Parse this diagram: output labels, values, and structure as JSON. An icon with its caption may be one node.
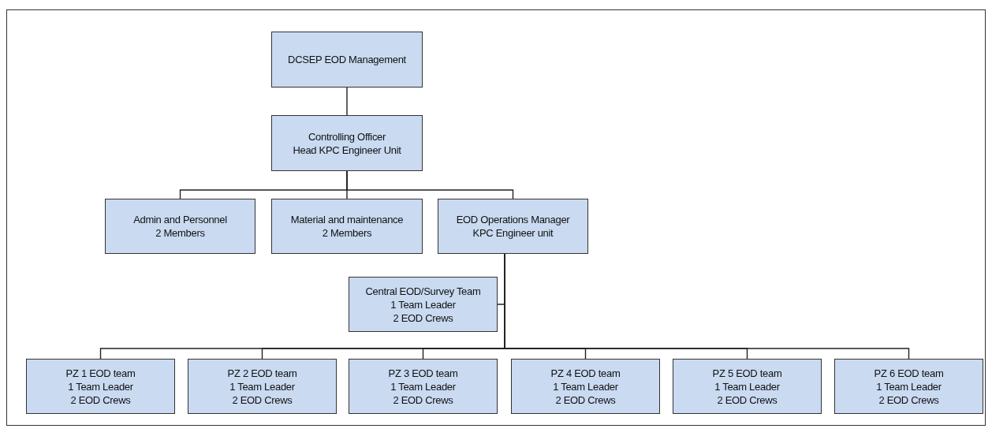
{
  "diagram": {
    "nodes": [
      {
        "text": [
          "DCSEP EOD Management"
        ]
      },
      {
        "text": [
          "Controlling Officer",
          "Head KPC Engineer Unit"
        ]
      },
      {
        "text": [
          "Admin and Personnel",
          "2 Members"
        ]
      },
      {
        "text": [
          "Material and maintenance",
          "2 Members"
        ]
      },
      {
        "text": [
          "EOD Operations Manager",
          "KPC Engineer unit"
        ]
      },
      {
        "text": [
          "Central EOD/Survey Team",
          "1 Team Leader",
          "2 EOD Crews"
        ]
      },
      {
        "text": [
          "PZ 1 EOD team",
          "1 Team Leader",
          "2 EOD Crews"
        ]
      },
      {
        "text": [
          "PZ 2 EOD team",
          "1 Team Leader",
          "2 EOD Crews"
        ]
      },
      {
        "text": [
          "PZ 3 EOD team",
          "1 Team Leader",
          "2 EOD Crews"
        ]
      },
      {
        "text": [
          "PZ 4 EOD team",
          "1 Team Leader",
          "2 EOD Crews"
        ]
      },
      {
        "text": [
          "PZ 5 EOD team",
          "1 Team Leader",
          "2 EOD Crews"
        ]
      },
      {
        "text": [
          "PZ 6 EOD team",
          "1 Team Leader",
          "2 EOD Crews"
        ]
      }
    ],
    "edges": [
      {
        "from": 0,
        "to": 1,
        "arrow": "none"
      },
      {
        "from": 1,
        "to": 2,
        "arrow": "none"
      },
      {
        "from": 1,
        "to": 3,
        "arrow": "none"
      },
      {
        "from": 1,
        "to": 4,
        "arrow": "none"
      },
      {
        "from": 4,
        "to": 5,
        "arrow": "none"
      },
      {
        "from": 4,
        "to": 6,
        "arrow": "none"
      },
      {
        "from": 4,
        "to": 7,
        "arrow": "none"
      },
      {
        "from": 4,
        "to": 8,
        "arrow": "none"
      },
      {
        "from": 4,
        "to": 9,
        "arrow": "none"
      },
      {
        "from": 4,
        "to": 10,
        "arrow": "none"
      },
      {
        "from": 4,
        "to": 11,
        "arrow": "none"
      }
    ]
  }
}
